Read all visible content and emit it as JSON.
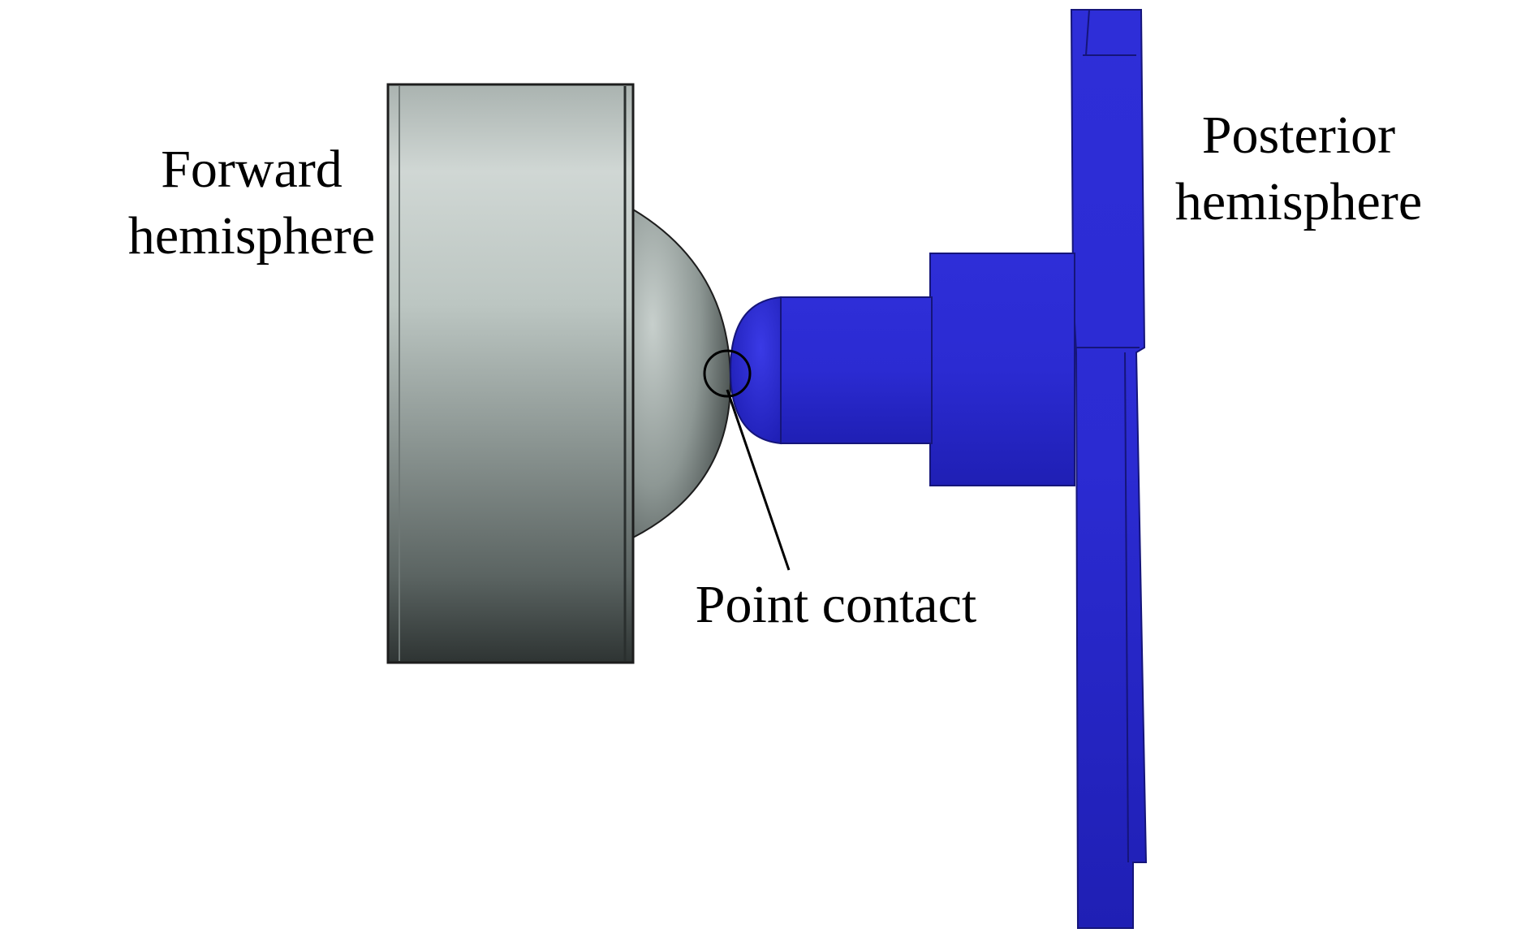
{
  "labels": {
    "forward_line1": "Forward",
    "forward_line2": "hemisphere",
    "posterior_line1": "Posterior",
    "posterior_line2": "hemisphere",
    "contact": "Point contact"
  },
  "colors": {
    "forward_part_light": "#c6cfcb",
    "forward_part_dark": "#2f3534",
    "posterior_part": "#2b2bd6",
    "posterior_part_dark": "#1c1ca8",
    "edge": "#111111"
  }
}
